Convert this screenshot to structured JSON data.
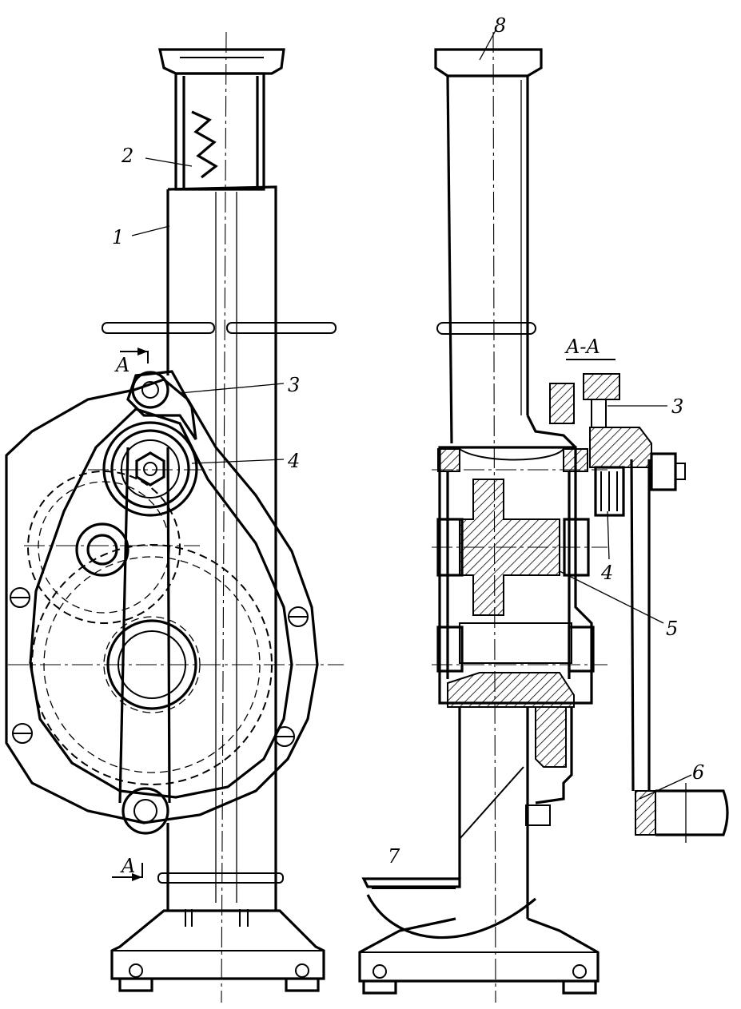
{
  "labels": {
    "l1": "1",
    "l2": "2",
    "l3_left": "3",
    "l4_left": "4",
    "l3_right": "3",
    "l4_right": "4",
    "l5": "5",
    "l6": "6",
    "l7": "7",
    "l8": "8",
    "section_top": "A",
    "section_bottom": "A",
    "section_title": "A-A"
  },
  "colors": {
    "ink": "#000000",
    "paper": "#ffffff"
  }
}
